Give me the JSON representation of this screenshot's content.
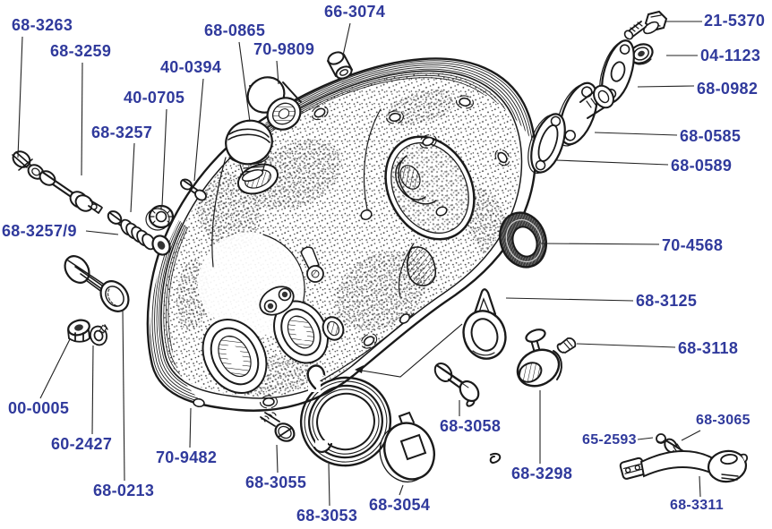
{
  "colors": {
    "label_text": "#303a9c",
    "line_art": "#1a1a1a",
    "background": "#ffffff"
  },
  "labels": {
    "l68_3263": "68-3263",
    "l68_3259": "68-3259",
    "l40_0394": "40-0394",
    "l40_0705": "40-0705",
    "l68_3257": "68-3257",
    "l68_0865": "68-0865",
    "l66_3074": "66-3074",
    "l70_9809": "70-9809",
    "l21_5370": "21-5370",
    "l04_1123": "04-1123",
    "l68_0982": "68-0982",
    "l68_0585": "68-0585",
    "l68_0589": "68-0589",
    "l70_4568": "70-4568",
    "l68_3125": "68-3125",
    "l68_3118": "68-3118",
    "l68_3257_9": "68-3257/9",
    "l00_0005": "00-0005",
    "l60_2427": "60-2427",
    "l68_0213": "68-0213",
    "l70_9482": "70-9482",
    "l68_3055": "68-3055",
    "l68_3053": "68-3053",
    "l68_3054": "68-3054",
    "l68_3058": "68-3058",
    "l68_3298": "68-3298",
    "l65_2593": "65-2593",
    "l68_3065": "68-3065",
    "l68_3311": "68-3311"
  }
}
